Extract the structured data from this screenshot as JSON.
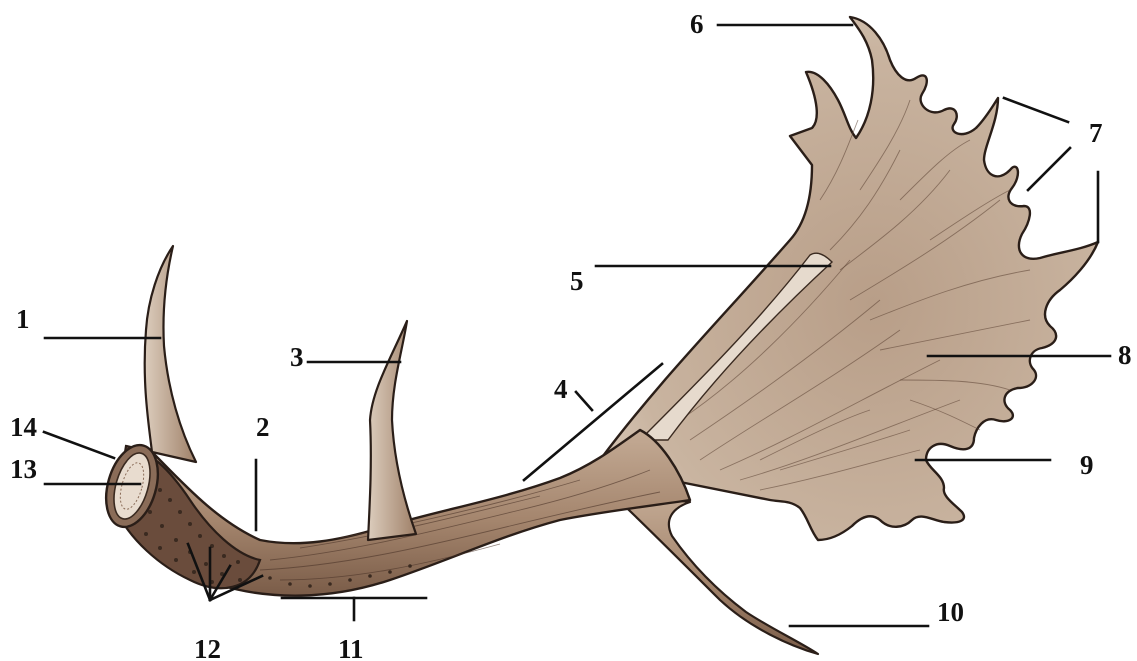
{
  "labels": [
    {
      "id": "1",
      "text": "1"
    },
    {
      "id": "2",
      "text": "2"
    },
    {
      "id": "3",
      "text": "3"
    },
    {
      "id": "4",
      "text": "4"
    },
    {
      "id": "5",
      "text": "5"
    },
    {
      "id": "6",
      "text": "6"
    },
    {
      "id": "7",
      "text": "7"
    },
    {
      "id": "8",
      "text": "8"
    },
    {
      "id": "9",
      "text": "9"
    },
    {
      "id": "10",
      "text": "10"
    },
    {
      "id": "11",
      "text": "11"
    },
    {
      "id": "12",
      "text": "12"
    },
    {
      "id": "13",
      "text": "13"
    },
    {
      "id": "14",
      "text": "14"
    }
  ],
  "colors": {
    "antler_fill": "#ad9179",
    "antler_dark": "#6e5040",
    "antler_light": "#d9c9b8",
    "outline": "#2a1e18",
    "label": "#111111"
  }
}
